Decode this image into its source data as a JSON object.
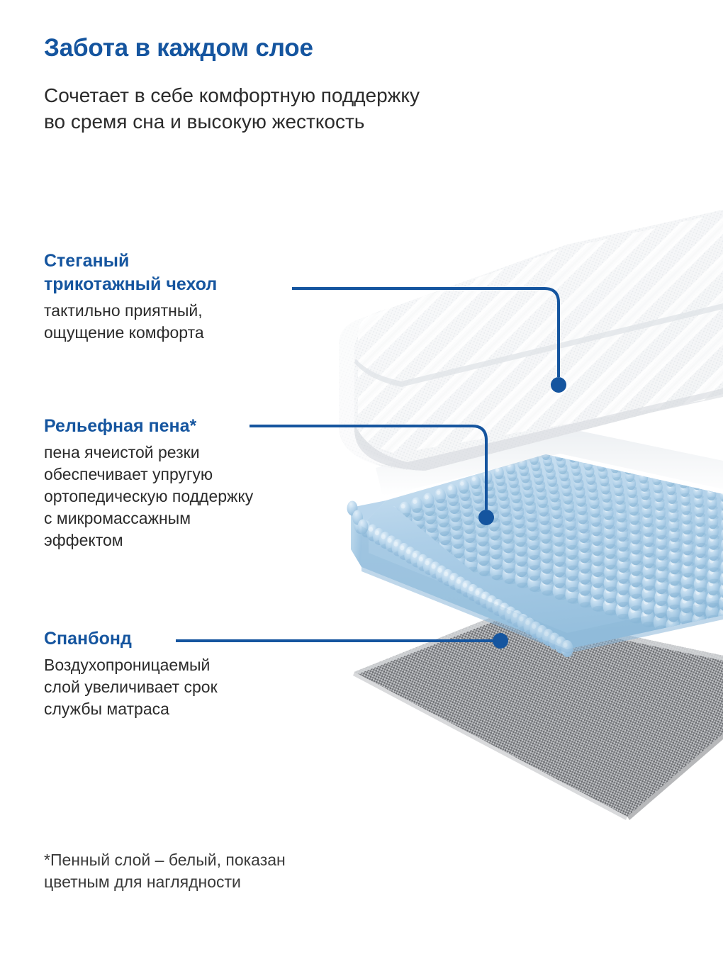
{
  "header": {
    "title": "Забота в каждом слое",
    "subtitle": "Сочетает в себе комфортную поддержку\nво сремя сна и высокую жесткость"
  },
  "callouts": [
    {
      "key": "cover",
      "title": "Стеганый\nтрикотажный чехол",
      "description": "тактильно приятный,\nощущение комфорта"
    },
    {
      "key": "foam",
      "title": "Рельефная пена*",
      "description": "пена ячеистой резки\nобеспечивает упругую\nортопедическую поддержку\nс микромассажным\nэффектом"
    },
    {
      "key": "spunbond",
      "title": "Спанбонд",
      "description": "Воздухопроницаемый\nслой увеличивает срок\nслужбы матраса"
    }
  ],
  "footnote": "*Пенный слой – белый, показан\nцветным для наглядности",
  "colors": {
    "accent_blue": "#15559f",
    "leader_line": "#15559f",
    "text_dark": "#2b2b2b",
    "background": "#ffffff",
    "foam_blue": "#a8cbe4",
    "foam_blue_light": "#c3dcef",
    "foam_blue_shadow": "#87b4d6",
    "cover_white": "#f6f7f8",
    "spunbond_gray": "#8b8d90"
  },
  "artwork": {
    "layers": [
      {
        "name": "quilted-knit-cover",
        "material": "quilted knit fabric",
        "color": "#f6f7f8"
      },
      {
        "name": "profiled-foam",
        "material": "egg-crate convoluted foam",
        "color": "#a8cbe4"
      },
      {
        "name": "spunbond-sheet",
        "material": "woven spunbond textile",
        "color": "#8b8d90"
      }
    ]
  }
}
